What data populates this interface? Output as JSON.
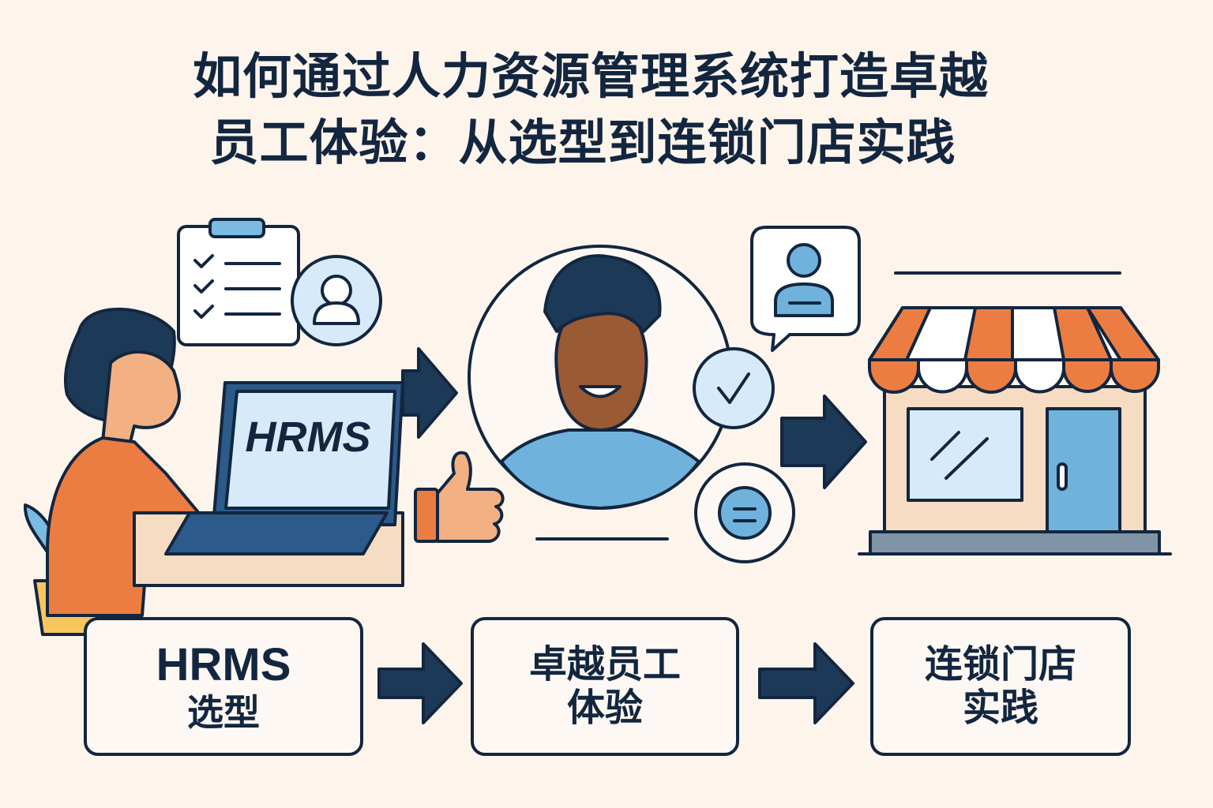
{
  "title": {
    "line1": "如何通过人力资源管理系统打造卓越",
    "line2": "员工体验：从选型到连锁门店实践"
  },
  "illustration": {
    "laptop_screen_text": "HRMS",
    "icons": [
      "clipboard-checklist-icon",
      "user-profile-icon",
      "employee-avatar",
      "check-circle-icon",
      "chat-bubble-icon",
      "profile-card-bubble-icon",
      "thumbs-up-icon",
      "storefront-icon",
      "plant-icon"
    ]
  },
  "flow": {
    "steps": [
      {
        "line1": "HRMS",
        "line2": "选型"
      },
      {
        "line1": "卓越员工",
        "line2": "体验"
      },
      {
        "line1": "连锁门店",
        "line2": "实践"
      }
    ]
  },
  "colors": {
    "background": "#fdf4ec",
    "navy": "#13263f",
    "orange": "#ec7d42",
    "light_blue": "#cfe6f8",
    "mid_blue": "#6fb3dd",
    "skin_light": "#f3b083",
    "skin_dark": "#9a5a34",
    "plant_pot": "#f8c65e"
  }
}
